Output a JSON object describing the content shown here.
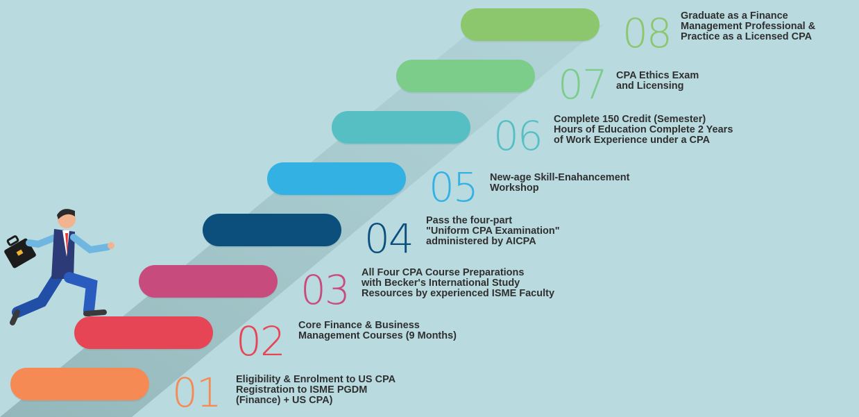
{
  "steps": [
    {
      "number": "01",
      "color": "#f58a55",
      "text": "Eligibility & Enrolment to US CPA\nRegistration to ISME PGDM\n(Finance) + US CPA)"
    },
    {
      "number": "02",
      "color": "#e64556",
      "text": "Core Finance & Business\nManagement Courses (9 Months)"
    },
    {
      "number": "03",
      "color": "#c84b7d",
      "text": "All Four CPA Course Preparations\nwith Becker's International Study\nResources by experienced ISME Faculty"
    },
    {
      "number": "04",
      "color": "#0c4f7d",
      "text": "Pass the four-part\n\"Uniform CPA Examination\"\nadministered by AICPA"
    },
    {
      "number": "05",
      "color": "#33b1e3",
      "text": "New-age Skill-Enahancement\nWorkshop"
    },
    {
      "number": "06",
      "color": "#55bfc3",
      "text": "Complete 150 Credit (Semester)\nHours of Education Complete 2 Years\nof Work Experience under a CPA"
    },
    {
      "number": "07",
      "color": "#7ccc8a",
      "text": "CPA Ethics Exam\nand Licensing"
    },
    {
      "number": "08",
      "color": "#8cc66d",
      "text": "Graduate as a Finance\nManagement Professional &\nPractice as a Licensed CPA"
    }
  ]
}
